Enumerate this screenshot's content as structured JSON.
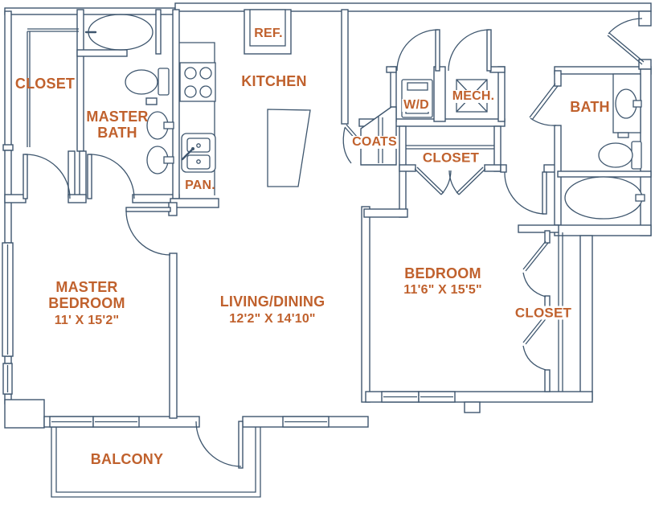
{
  "meta": {
    "type": "apartment-floor-plan"
  },
  "colors": {
    "wall": "#3e566e",
    "label": "#c0612d",
    "background": "#ffffff"
  },
  "labels": {
    "closet_master": "CLOSET",
    "master_bath_line1": "MASTER",
    "master_bath_line2": "BATH",
    "kitchen": "KITCHEN",
    "ref": "REF.",
    "pan": "PAN.",
    "wd": "W/D",
    "mech": "MECH.",
    "coats": "COATS",
    "hall_closet": "CLOSET",
    "bath": "BATH",
    "master_bedroom_line1": "MASTER",
    "master_bedroom_line2": "BEDROOM",
    "master_bedroom_dim": "11' X 15'2\"",
    "living_line1": "LIVING/DINING",
    "living_dim": "12'2\" X 14'10\"",
    "bedroom_line1": "BEDROOM",
    "bedroom_dim": "11'6\" X 15'5\"",
    "bedroom_closet": "CLOSET",
    "balcony": "BALCONY"
  },
  "rooms": [
    {
      "name": "MASTER BEDROOM",
      "dimensions": "11' X 15'2\""
    },
    {
      "name": "LIVING/DINING",
      "dimensions": "12'2\" X 14'10\""
    },
    {
      "name": "BEDROOM",
      "dimensions": "11'6\" X 15'5\""
    },
    {
      "name": "MASTER BATH"
    },
    {
      "name": "BATH"
    },
    {
      "name": "KITCHEN"
    },
    {
      "name": "BALCONY"
    },
    {
      "name": "CLOSET"
    },
    {
      "name": "COATS"
    },
    {
      "name": "W/D"
    },
    {
      "name": "MECH."
    },
    {
      "name": "PAN."
    },
    {
      "name": "REF."
    }
  ],
  "fixtures": [
    "bathtub-icon",
    "toilet-icon",
    "pedestal-sink-icon",
    "vanity-sink-icon",
    "range-icon",
    "double-sink-icon",
    "refrigerator-icon",
    "kitchen-island-icon",
    "washer-dryer-icon",
    "mechanical-chase-icon",
    "door-swing-icon",
    "bifold-door-icon",
    "window-icon",
    "balcony-railing-icon"
  ]
}
